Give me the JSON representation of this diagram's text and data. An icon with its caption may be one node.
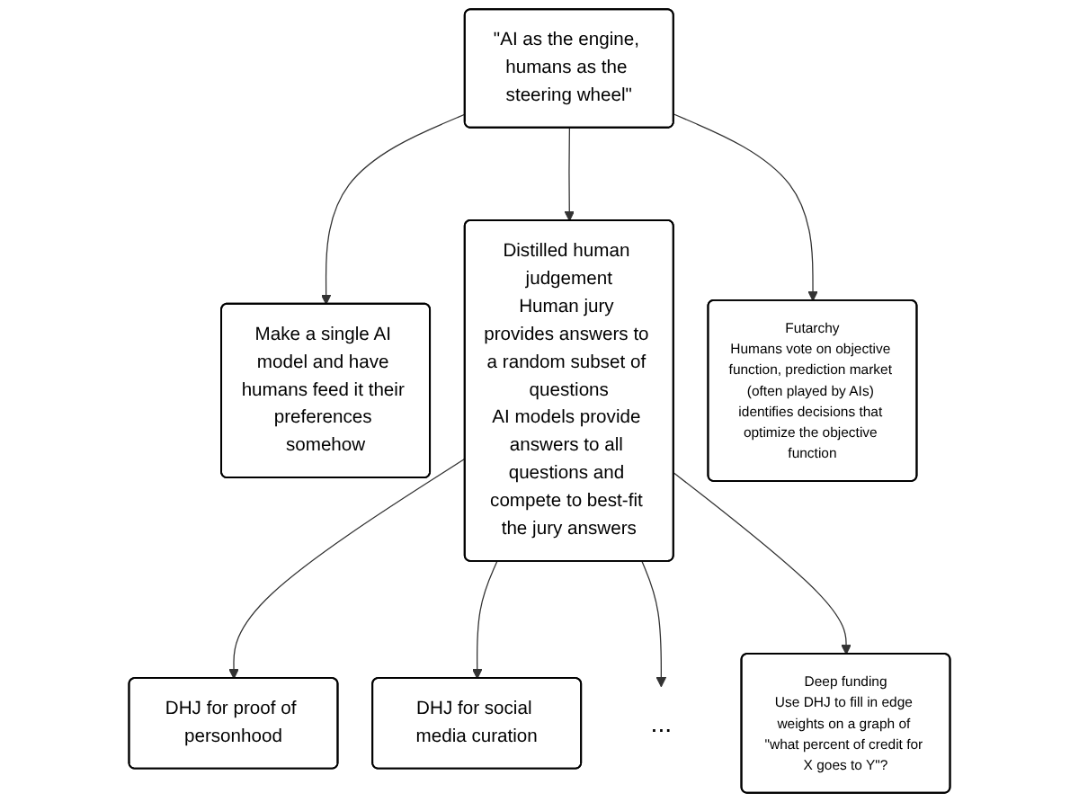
{
  "diagram": {
    "nodes": [
      {
        "text": [
          "\"AI as the engine, humans as the steering wheel\""
        ]
      },
      {
        "text": [
          "Make a single AI model and have humans feed it their preferences somehow"
        ]
      },
      {
        "text": [
          "Distilled human judgement",
          "Human jury provides answers to a random subset of questions",
          "AI models provide answers to all questions and compete to best-fit the jury answers"
        ]
      },
      {
        "text": [
          "Futarchy",
          "Humans vote on objective function, prediction market (often played by AIs) identifies decisions that optimize the objective function"
        ]
      },
      {
        "text": [
          "DHJ for proof of personhood"
        ]
      },
      {
        "text": [
          "DHJ for social media curation"
        ]
      },
      {
        "text": [
          "..."
        ]
      },
      {
        "text": [
          "Deep funding",
          "Use DHJ to fill in edge weights on a graph of \"what percent of credit for X goes to Y\"?"
        ]
      }
    ],
    "edges": [
      {
        "from": 0,
        "to": 1,
        "arrow": "to"
      },
      {
        "from": 0,
        "to": 2,
        "arrow": "to"
      },
      {
        "from": 0,
        "to": 3,
        "arrow": "to"
      },
      {
        "from": 2,
        "to": 4,
        "arrow": "to"
      },
      {
        "from": 2,
        "to": 5,
        "arrow": "to"
      },
      {
        "from": 2,
        "to": 6,
        "arrow": "to"
      },
      {
        "from": 2,
        "to": 7,
        "arrow": "to"
      }
    ]
  }
}
